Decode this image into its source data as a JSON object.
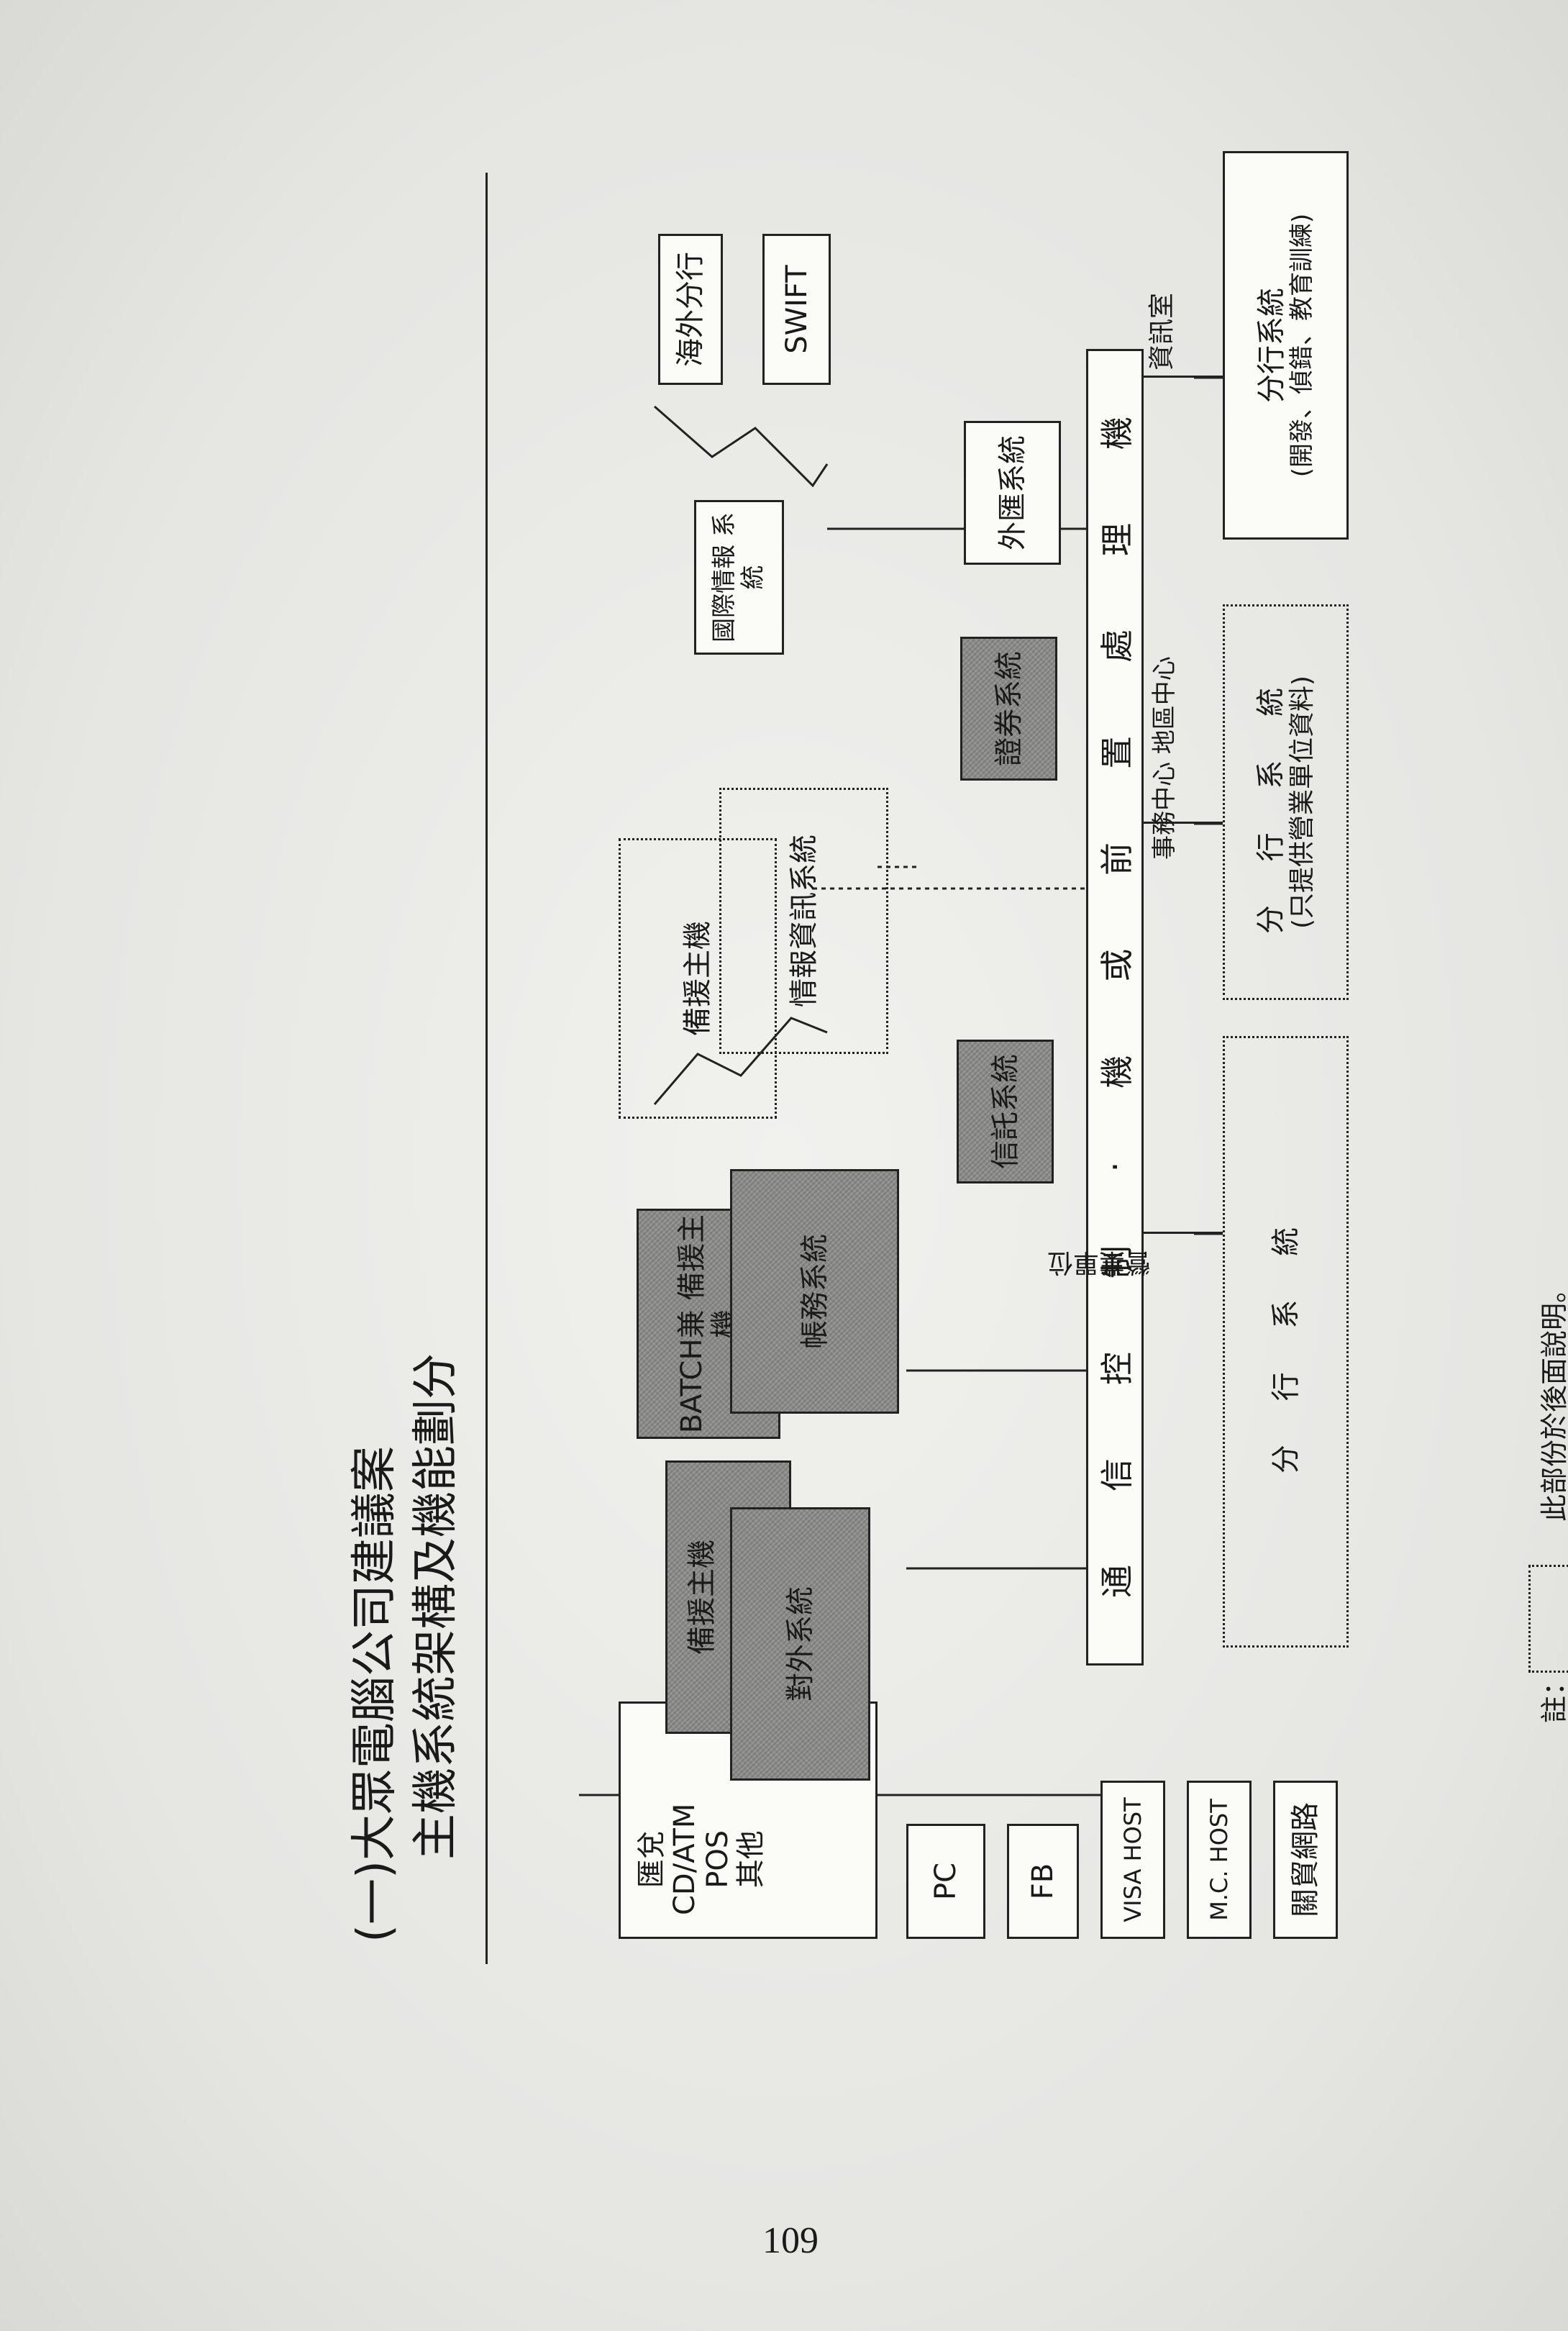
{
  "title": {
    "line1": "(一)大眾電腦公司建議案",
    "line2": "主機系統架構及機能劃分"
  },
  "external": {
    "atm": [
      "匯兌",
      "CD/ATM",
      "POS",
      "其他"
    ],
    "pc": "PC",
    "fb": "FB",
    "visa": "VISA HOST",
    "mc": "M.C. HOST",
    "trade": "關貿網路"
  },
  "hosts": {
    "ext_backup": "備援主機",
    "ext_system": "對外系統",
    "batch_backup": "BATCH兼 備援主機",
    "account_system": "帳務系統",
    "backup_host": "備援主機",
    "info_system": "情報資訊系統",
    "intl_system": "國際情報 系統",
    "overseas": "海外分行",
    "swift": "SWIFT"
  },
  "bus": {
    "chars": [
      "通",
      "信",
      "控",
      "制",
      "·",
      "機",
      "或",
      "前",
      "置",
      "處",
      "理",
      "機"
    ]
  },
  "subsystems": {
    "depository": "信託系統",
    "securities": "證券系統",
    "fx": "外匯系統"
  },
  "branches": {
    "label1": "營業單位",
    "label2": "事務中心 地區中心",
    "label3": "資訊室",
    "branch1": "分 行 系 統",
    "branch2": "分 行 系 統",
    "branch2_note": "(只提供營業單位資料)",
    "branch3": "分行系統",
    "branch3_note": "(開發、偵錯、教育訓練)"
  },
  "note": {
    "prefix": "註：",
    "text": "此部份於後面說明。"
  },
  "page_number": "109"
}
